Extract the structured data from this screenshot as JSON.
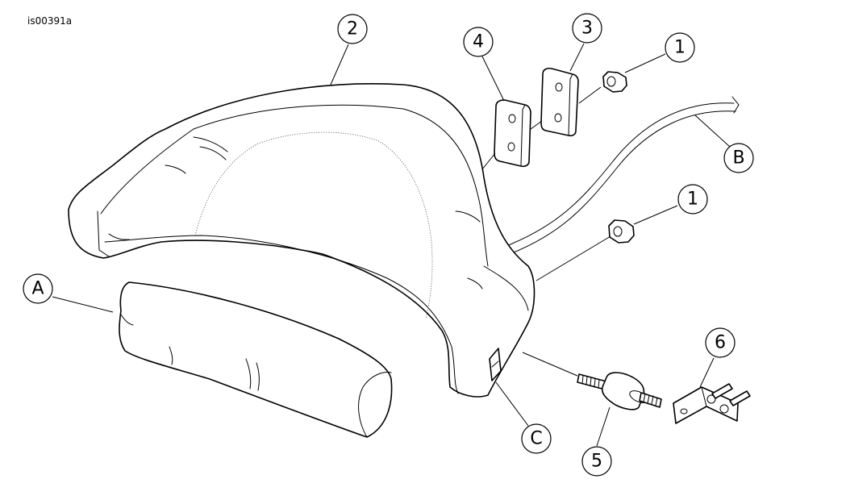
{
  "figure": {
    "id_label": "is00391a"
  },
  "callouts": {
    "c1a": "1",
    "c1b": "1",
    "c2": "2",
    "c3": "3",
    "c4": "4",
    "c5": "5",
    "c6": "6",
    "cA": "A",
    "cB": "B",
    "cC": "C"
  },
  "colors": {
    "line": "#000000",
    "background": "#ffffff"
  }
}
